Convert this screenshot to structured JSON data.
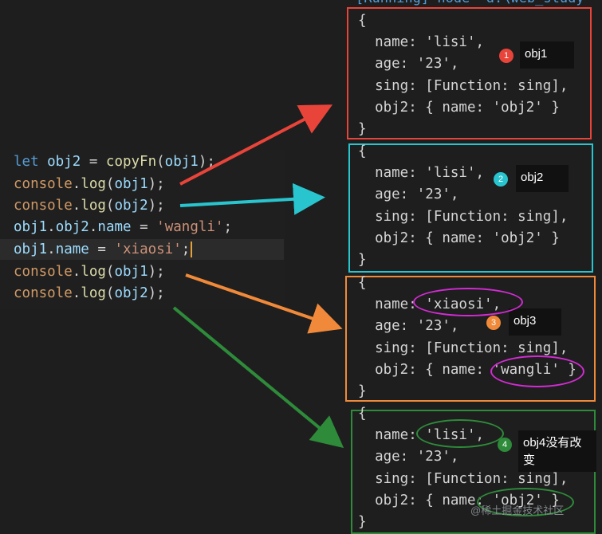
{
  "terminal": {
    "header": "[Running] node \"d:\\web_study"
  },
  "editor": {
    "lines": [
      {
        "id": "line-1",
        "tokens": [
          {
            "t": "let",
            "c": "kw"
          },
          {
            "t": " obj2",
            "c": "var"
          },
          {
            "t": " = ",
            "c": "plain"
          },
          {
            "t": "copyFn",
            "c": "fn"
          },
          {
            "t": "(",
            "c": "plain"
          },
          {
            "t": "obj1",
            "c": "var"
          },
          {
            "t": ");",
            "c": "plain"
          }
        ]
      },
      {
        "id": "line-2",
        "tokens": [
          {
            "t": "console",
            "c": "fn-orange"
          },
          {
            "t": ".",
            "c": "plain"
          },
          {
            "t": "log",
            "c": "fn"
          },
          {
            "t": "(",
            "c": "plain"
          },
          {
            "t": "obj1",
            "c": "var"
          },
          {
            "t": ");",
            "c": "plain"
          }
        ]
      },
      {
        "id": "line-3",
        "tokens": [
          {
            "t": "console",
            "c": "fn-orange"
          },
          {
            "t": ".",
            "c": "plain"
          },
          {
            "t": "log",
            "c": "fn"
          },
          {
            "t": "(",
            "c": "plain"
          },
          {
            "t": "obj2",
            "c": "var"
          },
          {
            "t": ");",
            "c": "plain"
          }
        ]
      },
      {
        "id": "line-4",
        "tokens": [
          {
            "t": "obj1",
            "c": "var"
          },
          {
            "t": ".",
            "c": "plain"
          },
          {
            "t": "obj2",
            "c": "var"
          },
          {
            "t": ".",
            "c": "plain"
          },
          {
            "t": "name",
            "c": "var"
          },
          {
            "t": " = ",
            "c": "plain"
          },
          {
            "t": "'wangli'",
            "c": "str"
          },
          {
            "t": ";",
            "c": "plain"
          }
        ]
      },
      {
        "id": "line-5",
        "tokens": [
          {
            "t": "obj1",
            "c": "var"
          },
          {
            "t": ".",
            "c": "plain"
          },
          {
            "t": "name",
            "c": "var"
          },
          {
            "t": " = ",
            "c": "plain"
          },
          {
            "t": "'xiaosi'",
            "c": "str"
          },
          {
            "t": ";",
            "c": "plain"
          }
        ]
      },
      {
        "id": "line-6",
        "tokens": [
          {
            "t": "console",
            "c": "fn-orange"
          },
          {
            "t": ".",
            "c": "plain"
          },
          {
            "t": "log",
            "c": "fn"
          },
          {
            "t": "(",
            "c": "plain"
          },
          {
            "t": "obj1",
            "c": "var"
          },
          {
            "t": ");",
            "c": "plain"
          }
        ]
      },
      {
        "id": "line-7",
        "tokens": [
          {
            "t": "console",
            "c": "fn-orange"
          },
          {
            "t": ".",
            "c": "plain"
          },
          {
            "t": "log",
            "c": "fn"
          },
          {
            "t": "(",
            "c": "plain"
          },
          {
            "t": "obj2",
            "c": "var"
          },
          {
            "t": ");",
            "c": "plain"
          }
        ]
      }
    ]
  },
  "outputs": [
    {
      "id": "output-1",
      "color": "#e8443a",
      "lines": [
        "{",
        "  name: 'lisi',",
        "  age: '23',",
        "  sing: [Function: sing],",
        "  obj2: { name: 'obj2' }",
        "}"
      ],
      "badge_num": "1",
      "badge_color": "#e8443a",
      "badge_label": "obj1"
    },
    {
      "id": "output-2",
      "color": "#29c5cf",
      "lines": [
        "{",
        "  name: 'lisi',",
        "  age: '23',",
        "  sing: [Function: sing],",
        "  obj2: { name: 'obj2' }",
        "}"
      ],
      "badge_num": "2",
      "badge_color": "#29c5cf",
      "badge_label": "obj2"
    },
    {
      "id": "output-3",
      "color": "#f08a3a",
      "lines": [
        "{",
        "  name: 'xiaosi',",
        "  age: '23',",
        "  sing: [Function: sing],",
        "  obj2: { name: 'wangli' }",
        "}"
      ],
      "badge_num": "3",
      "badge_color": "#f08a3a",
      "badge_label": "obj3"
    },
    {
      "id": "output-4",
      "color": "#2e8b3a",
      "lines": [
        "{",
        "  name: 'lisi',",
        "  age: '23',",
        "  sing: [Function: sing],",
        "  obj2: { name: 'obj2' }",
        "}"
      ],
      "badge_num": "4",
      "badge_color": "#2e8b3a",
      "badge_label": "obj4没有改变"
    }
  ],
  "highlight_colors": {
    "magenta": "#d42bd4",
    "green": "#2e8b3a"
  },
  "watermark": "@稀土掘金技术社区"
}
